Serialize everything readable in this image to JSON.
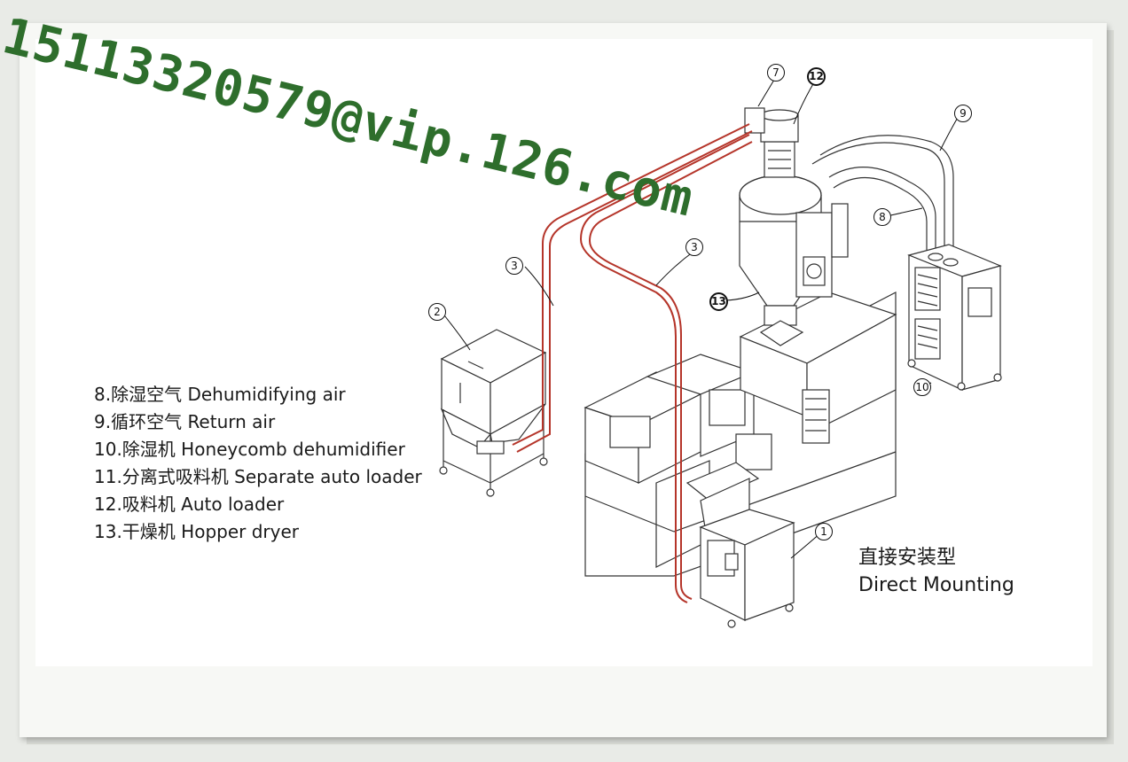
{
  "watermark": "15113320579@vip.126.com",
  "legend": [
    "8.除湿空气 Dehumidifying air",
    "9.循环空气 Return air",
    "10.除湿机 Honeycomb dehumidifier",
    "11.分离式吸料机 Separate auto loader",
    "12.吸料机 Auto loader",
    "13.干燥机 Hopper dryer"
  ],
  "mounting": {
    "title_cn": "直接安装型",
    "title_en": "Direct Mounting"
  },
  "callouts": {
    "c1": "1",
    "c2": "2",
    "c3a": "3",
    "c3b": "3",
    "c7": "7",
    "c8": "8",
    "c9": "9",
    "c10": "10",
    "c12": "12",
    "c13": "13"
  },
  "colors": {
    "conveying_pipe": "#b5352a",
    "watermark": "#2e6e2c",
    "line_art": "#333333"
  }
}
